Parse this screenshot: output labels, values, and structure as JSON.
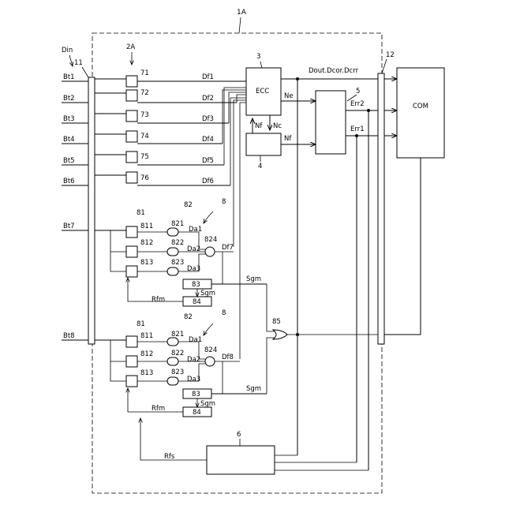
{
  "labels": {
    "device": "1A",
    "bus_in": "11",
    "bus_out": "12",
    "din": "Din",
    "group_2a": "2A",
    "bits": [
      "Bt1",
      "Bt2",
      "Bt3",
      "Bt4",
      "Bt5",
      "Bt6",
      "Bt7",
      "Bt8"
    ],
    "ff": [
      "71",
      "72",
      "73",
      "74",
      "75",
      "76"
    ],
    "df": [
      "Df1",
      "Df2",
      "Df3",
      "Df4",
      "Df5",
      "Df6",
      "Df7",
      "Df8"
    ],
    "ecc": "ECC",
    "num_ecc": "3",
    "num_4": "4",
    "num_5": "5",
    "nf_up": "Nf",
    "nc": "Nc",
    "ne": "Ne",
    "nf": "Nf",
    "dout": "Dout.Dcor.Dcrr",
    "err2": "Err2",
    "err1": "Err1",
    "com": "COM",
    "n81": "81",
    "n82": "82",
    "n8": "8",
    "n811": "811",
    "n812": "812",
    "n813": "813",
    "n821": "821",
    "n822": "822",
    "n823": "823",
    "n824": "824",
    "da1": "Da1",
    "da2": "Da2",
    "da3": "Da3",
    "n83": "83",
    "n84": "84",
    "sgm": "Sgm",
    "rfm": "Rfm",
    "n85": "85",
    "n6": "6",
    "rfs": "Rfs"
  }
}
